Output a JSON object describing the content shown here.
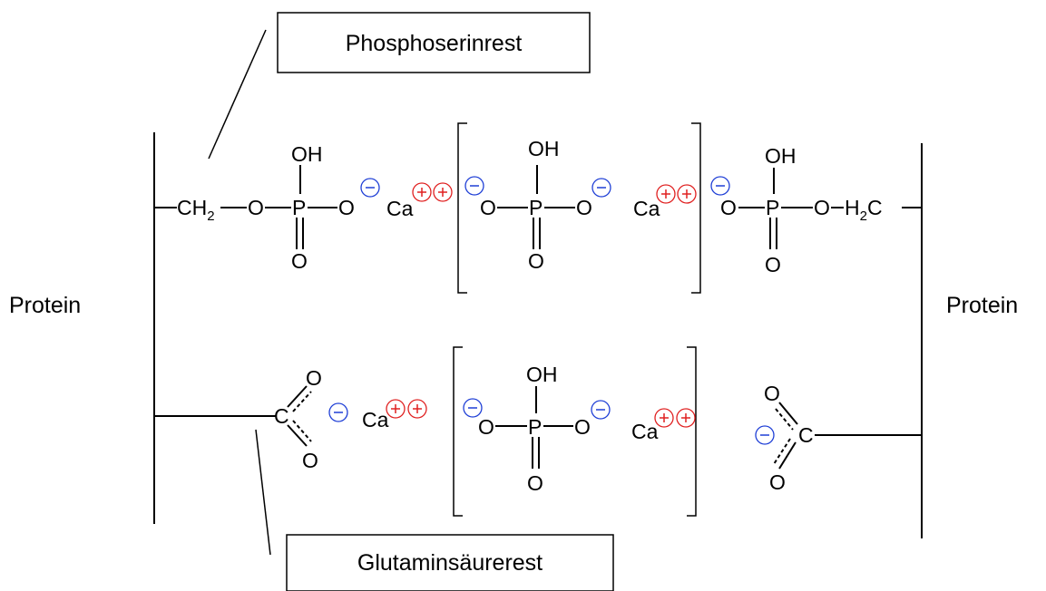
{
  "labels": {
    "phosphoserine": "Phosphoserinrest",
    "glutamic": "Glutaminsäurerest",
    "protein_left": "Protein",
    "protein_right": "Protein"
  },
  "atoms": {
    "O": "O",
    "P": "P",
    "C": "C",
    "OH": "OH",
    "Ca": "Ca",
    "CH": "CH",
    "H": "H",
    "sub2": "2"
  },
  "colors": {
    "negative_charge": "#1f3fd6",
    "positive_charge": "#e02020"
  }
}
